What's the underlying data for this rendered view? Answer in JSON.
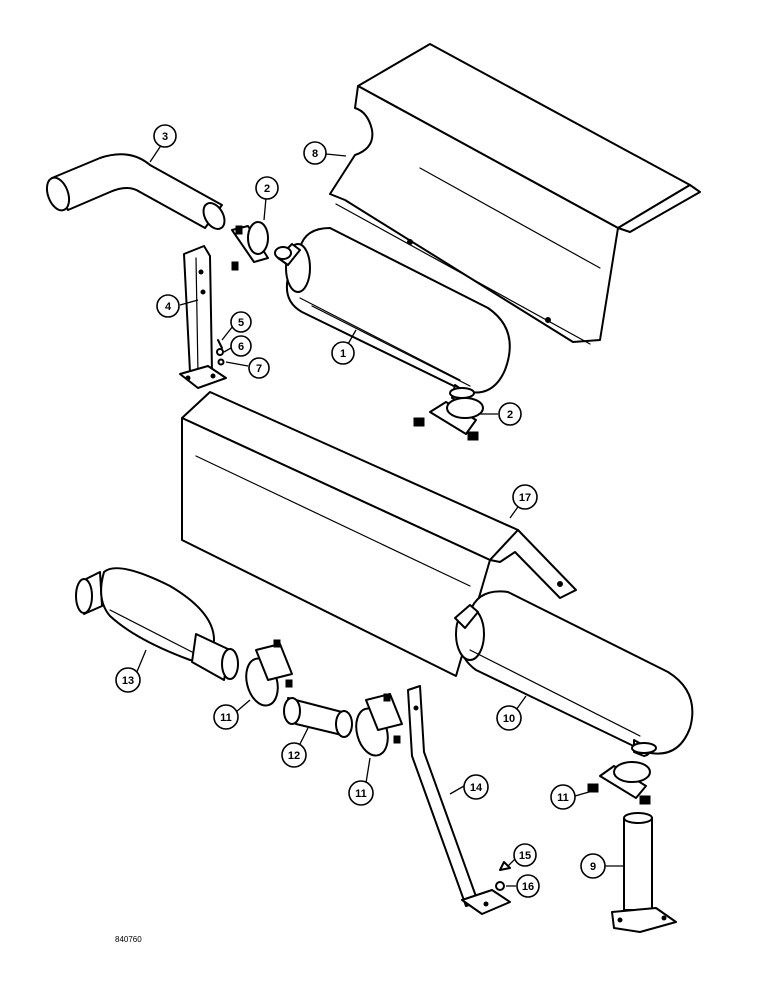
{
  "diagram": {
    "figure_code": "840760",
    "callouts": [
      {
        "id": "c3",
        "label": "3"
      },
      {
        "id": "c8",
        "label": "8"
      },
      {
        "id": "c2a",
        "label": "2"
      },
      {
        "id": "c4",
        "label": "4"
      },
      {
        "id": "c5",
        "label": "5"
      },
      {
        "id": "c6",
        "label": "6"
      },
      {
        "id": "c7",
        "label": "7"
      },
      {
        "id": "c1",
        "label": "1"
      },
      {
        "id": "c2b",
        "label": "2"
      },
      {
        "id": "c17",
        "label": "17"
      },
      {
        "id": "c13",
        "label": "13"
      },
      {
        "id": "c11a",
        "label": "11"
      },
      {
        "id": "c12",
        "label": "12"
      },
      {
        "id": "c11b",
        "label": "11"
      },
      {
        "id": "c10",
        "label": "10"
      },
      {
        "id": "c14",
        "label": "14"
      },
      {
        "id": "c11c",
        "label": "11"
      },
      {
        "id": "c15",
        "label": "15"
      },
      {
        "id": "c16",
        "label": "16"
      },
      {
        "id": "c9",
        "label": "9"
      }
    ]
  }
}
